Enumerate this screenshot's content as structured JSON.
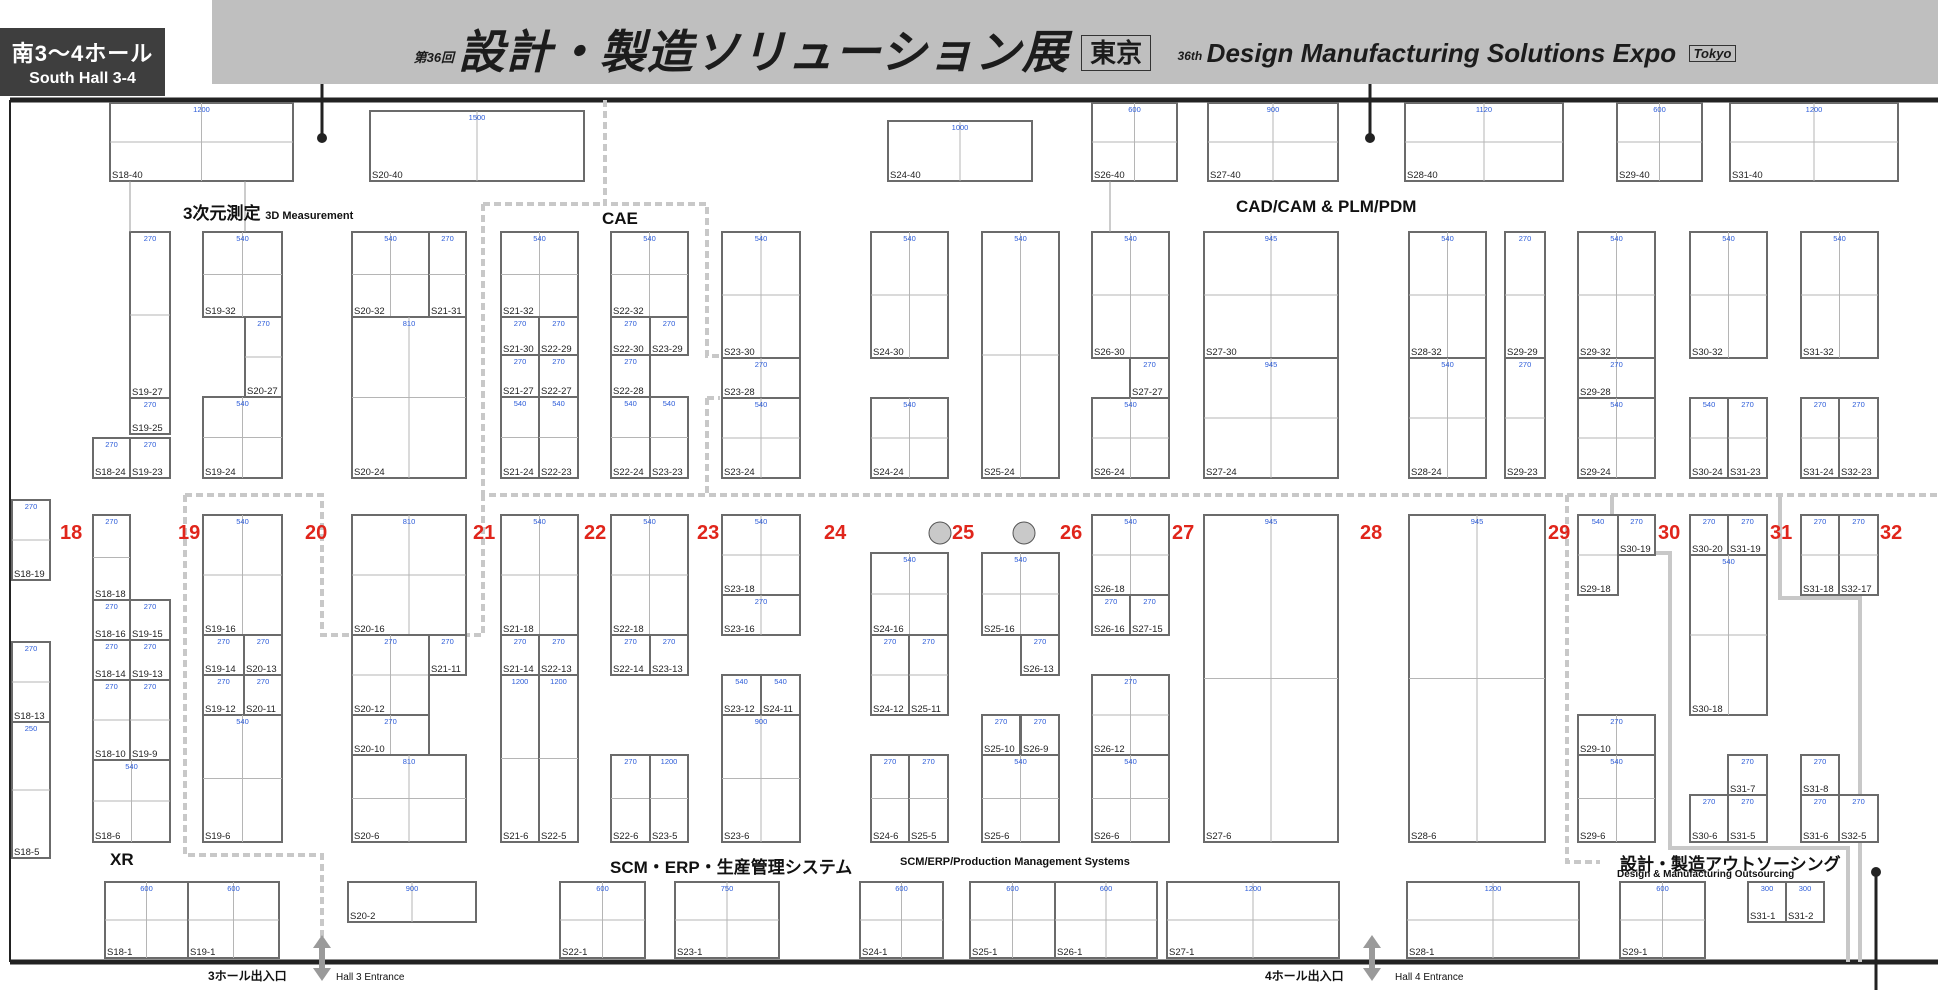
{
  "hall_badge": {
    "jp": "南3～4ホール",
    "en": "South Hall 3-4"
  },
  "title": {
    "edition_jp": "第36回",
    "main_jp": "設計・製造ソリューション展",
    "city_jp": "東京",
    "edition_en": "36th",
    "main_en": "Design Manufacturing Solutions Expo",
    "city_en": "Tokyo"
  },
  "zones": {
    "measurement_jp": "3次元測定",
    "measurement_en": "3D Measurement",
    "cae": "CAE",
    "cad": "CAD/CAM & PLM/PDM",
    "xr": "XR",
    "scm_jp": "SCM・ERP・生産管理システム",
    "scm_en": "SCM/ERP/Production Management Systems",
    "outsourcing_jp": "設計・製造アウトソーシング",
    "outsourcing_en": "Design & Manufacturing Outsourcing"
  },
  "aisles": [
    "18",
    "19",
    "20",
    "21",
    "22",
    "23",
    "24",
    "25",
    "26",
    "27",
    "28",
    "29",
    "30",
    "31",
    "32"
  ],
  "entrances": {
    "hall3_jp": "3ホール出入口",
    "hall3_en": "Hall 3 Entrance",
    "hall4_jp": "4ホール出入口",
    "hall4_en": "Hall 4 Entrance"
  },
  "booths": [
    {
      "id": "S18-40",
      "dim": "1200"
    },
    {
      "id": "S20-40",
      "dim": "1500"
    },
    {
      "id": "S24-40",
      "dim": "1000"
    },
    {
      "id": "S26-40",
      "dim": "600"
    },
    {
      "id": "S27-40",
      "dim": "900"
    },
    {
      "id": "S28-40",
      "dim": "1120"
    },
    {
      "id": "S29-40",
      "dim": "600"
    },
    {
      "id": "S31-40",
      "dim": "1200"
    },
    {
      "id": "S19-32",
      "dim": "540"
    },
    {
      "id": "S19-27",
      "dim": "270"
    },
    {
      "id": "S19-25",
      "dim": "270"
    },
    {
      "id": "S18-24",
      "dim": "270"
    },
    {
      "id": "S19-23",
      "dim": "270"
    },
    {
      "id": "S19-24",
      "dim": "540"
    },
    {
      "id": "S20-32",
      "dim": "540"
    },
    {
      "id": "S21-31",
      "dim": "270"
    },
    {
      "id": "S20-27",
      "dim": "270"
    },
    {
      "id": "S20-24",
      "dim": "810"
    },
    {
      "id": "S21-32",
      "dim": "540"
    },
    {
      "id": "S21-30",
      "dim": "270"
    },
    {
      "id": "S22-29",
      "dim": "270"
    },
    {
      "id": "S21-27",
      "dim": "270"
    },
    {
      "id": "S22-27",
      "dim": "270"
    },
    {
      "id": "S21-24",
      "dim": "540"
    },
    {
      "id": "S22-23",
      "dim": "540"
    },
    {
      "id": "S22-32",
      "dim": "540"
    },
    {
      "id": "S22-30",
      "dim": "270"
    },
    {
      "id": "S23-29",
      "dim": "270"
    },
    {
      "id": "S22-28",
      "dim": "270"
    },
    {
      "id": "S22-24",
      "dim": "540"
    },
    {
      "id": "S23-23",
      "dim": "540"
    },
    {
      "id": "S23-30",
      "dim": "540"
    },
    {
      "id": "S23-28",
      "dim": "270"
    },
    {
      "id": "S23-24",
      "dim": "540"
    },
    {
      "id": "S24-30",
      "dim": "540"
    },
    {
      "id": "S24-24",
      "dim": "540"
    },
    {
      "id": "S25-24",
      "dim": "540"
    },
    {
      "id": "S26-30",
      "dim": "540"
    },
    {
      "id": "S27-27",
      "dim": "270"
    },
    {
      "id": "S26-24",
      "dim": "540"
    },
    {
      "id": "S27-30",
      "dim": "945"
    },
    {
      "id": "S27-24",
      "dim": "945"
    },
    {
      "id": "S28-32",
      "dim": "540"
    },
    {
      "id": "S29-29",
      "dim": "270"
    },
    {
      "id": "S28-24",
      "dim": "540"
    },
    {
      "id": "S29-23",
      "dim": "270"
    },
    {
      "id": "S29-32",
      "dim": "540"
    },
    {
      "id": "S29-28",
      "dim": "270"
    },
    {
      "id": "S29-24",
      "dim": "540"
    },
    {
      "id": "S30-32",
      "dim": "540"
    },
    {
      "id": "S30-24",
      "dim": "540"
    },
    {
      "id": "S31-23",
      "dim": "270"
    },
    {
      "id": "S31-32",
      "dim": "540"
    },
    {
      "id": "S31-24",
      "dim": "270"
    },
    {
      "id": "S32-23",
      "dim": "270"
    },
    {
      "id": "S18-19",
      "dim": "270"
    },
    {
      "id": "S18-18",
      "dim": "270"
    },
    {
      "id": "S18-16",
      "dim": "270"
    },
    {
      "id": "S19-15",
      "dim": "270"
    },
    {
      "id": "S18-14",
      "dim": "270"
    },
    {
      "id": "S19-13",
      "dim": "270"
    },
    {
      "id": "S18-13",
      "dim": "270"
    },
    {
      "id": "S18-10",
      "dim": "270"
    },
    {
      "id": "S19-9",
      "dim": "270"
    },
    {
      "id": "S18-6",
      "dim": "540"
    },
    {
      "id": "S18-5",
      "dim": "250"
    },
    {
      "id": "S19-16",
      "dim": "540"
    },
    {
      "id": "S19-14",
      "dim": "270"
    },
    {
      "id": "S20-13",
      "dim": "270"
    },
    {
      "id": "S19-12",
      "dim": "270"
    },
    {
      "id": "S20-11",
      "dim": "270"
    },
    {
      "id": "S19-6",
      "dim": "540"
    },
    {
      "id": "S20-16",
      "dim": "810"
    },
    {
      "id": "S20-12",
      "dim": "270"
    },
    {
      "id": "S21-11",
      "dim": "270"
    },
    {
      "id": "S20-10",
      "dim": "270"
    },
    {
      "id": "S20-6",
      "dim": "810"
    },
    {
      "id": "S21-18",
      "dim": "540"
    },
    {
      "id": "S21-14",
      "dim": "270"
    },
    {
      "id": "S22-13",
      "dim": "270"
    },
    {
      "id": "S21-6",
      "dim": "1200"
    },
    {
      "id": "S22-5",
      "dim": "1200"
    },
    {
      "id": "S22-18",
      "dim": "540"
    },
    {
      "id": "S22-14",
      "dim": "270"
    },
    {
      "id": "S23-13",
      "dim": "270"
    },
    {
      "id": "S22-6",
      "dim": "270"
    },
    {
      "id": "S23-5",
      "dim": "1200"
    },
    {
      "id": "S23-18",
      "dim": "540"
    },
    {
      "id": "S23-16",
      "dim": "270"
    },
    {
      "id": "S23-12",
      "dim": "540"
    },
    {
      "id": "S24-11",
      "dim": "540"
    },
    {
      "id": "S23-6",
      "dim": "900"
    },
    {
      "id": "S24-16",
      "dim": "540"
    },
    {
      "id": "S24-12",
      "dim": "270"
    },
    {
      "id": "S25-11",
      "dim": "270"
    },
    {
      "id": "S24-6",
      "dim": "270"
    },
    {
      "id": "S25-5",
      "dim": "270"
    },
    {
      "id": "S25-16",
      "dim": "540"
    },
    {
      "id": "S26-13",
      "dim": "270"
    },
    {
      "id": "S25-10",
      "dim": "270"
    },
    {
      "id": "S26-9",
      "dim": "270"
    },
    {
      "id": "S25-6",
      "dim": "540"
    },
    {
      "id": "S26-18",
      "dim": "540"
    },
    {
      "id": "S26-16",
      "dim": "270"
    },
    {
      "id": "S27-15",
      "dim": "270"
    },
    {
      "id": "S26-12",
      "dim": "270"
    },
    {
      "id": "S26-6",
      "dim": "540"
    },
    {
      "id": "S27-6",
      "dim": "945"
    },
    {
      "id": "S28-6",
      "dim": "945"
    },
    {
      "id": "S29-18",
      "dim": "540"
    },
    {
      "id": "S30-19",
      "dim": "270"
    },
    {
      "id": "S29-10",
      "dim": "270"
    },
    {
      "id": "S29-6",
      "dim": "540"
    },
    {
      "id": "S30-20",
      "dim": "270"
    },
    {
      "id": "S31-19",
      "dim": "270"
    },
    {
      "id": "S30-18",
      "dim": "540"
    },
    {
      "id": "S31-7",
      "dim": "270"
    },
    {
      "id": "S30-6",
      "dim": "270"
    },
    {
      "id": "S31-5",
      "dim": "270"
    },
    {
      "id": "S31-18",
      "dim": "270"
    },
    {
      "id": "S32-17",
      "dim": "270"
    },
    {
      "id": "S31-8",
      "dim": "270"
    },
    {
      "id": "S31-6",
      "dim": "270"
    },
    {
      "id": "S32-5",
      "dim": "270"
    },
    {
      "id": "S18-1",
      "dim": "600"
    },
    {
      "id": "S19-1",
      "dim": "600"
    },
    {
      "id": "S20-2",
      "dim": "900"
    },
    {
      "id": "S22-1",
      "dim": "600"
    },
    {
      "id": "S23-1",
      "dim": "750"
    },
    {
      "id": "S24-1",
      "dim": "600"
    },
    {
      "id": "S25-1",
      "dim": "600"
    },
    {
      "id": "S26-1",
      "dim": "600"
    },
    {
      "id": "S27-1",
      "dim": "1200"
    },
    {
      "id": "S28-1",
      "dim": "1200"
    },
    {
      "id": "S29-1",
      "dim": "600"
    },
    {
      "id": "S31-1",
      "dim": "300"
    },
    {
      "id": "S31-2",
      "dim": "300"
    }
  ]
}
